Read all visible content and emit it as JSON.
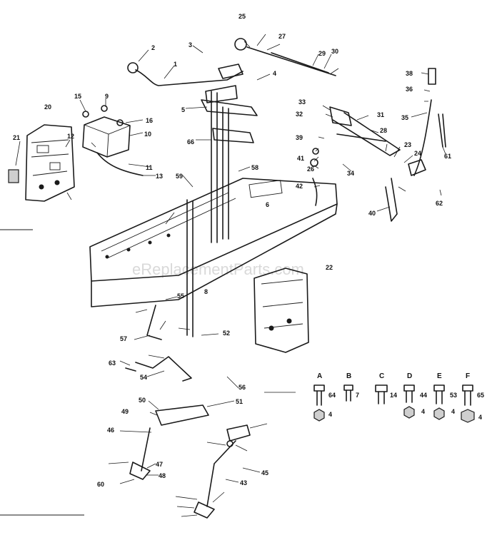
{
  "watermark": "eReplacementParts.com",
  "callouts": [
    "1",
    "2",
    "3",
    "4",
    "5",
    "6",
    "7",
    "8",
    "9",
    "10",
    "11",
    "12",
    "13",
    "14",
    "15",
    "16",
    "20",
    "21",
    "22",
    "23",
    "24",
    "25",
    "26",
    "27",
    "28",
    "29",
    "30",
    "31",
    "32",
    "33",
    "34",
    "35",
    "36",
    "38",
    "39",
    "40",
    "41",
    "42",
    "43",
    "44",
    "45",
    "46",
    "47",
    "48",
    "49",
    "50",
    "51",
    "52",
    "53",
    "54",
    "55",
    "56",
    "57",
    "58",
    "59",
    "60",
    "61",
    "62",
    "63",
    "64",
    "65",
    "66"
  ],
  "hardware_legend": [
    {
      "letter": "A",
      "bolt_part": "64",
      "nut_part": "4"
    },
    {
      "letter": "B",
      "bolt_part": "7",
      "nut_part": ""
    },
    {
      "letter": "C",
      "bolt_part": "14",
      "nut_part": ""
    },
    {
      "letter": "D",
      "bolt_part": "44",
      "nut_part": "4"
    },
    {
      "letter": "E",
      "bolt_part": "53",
      "nut_part": "4"
    },
    {
      "letter": "F",
      "bolt_part": "65",
      "nut_part": "4"
    }
  ]
}
